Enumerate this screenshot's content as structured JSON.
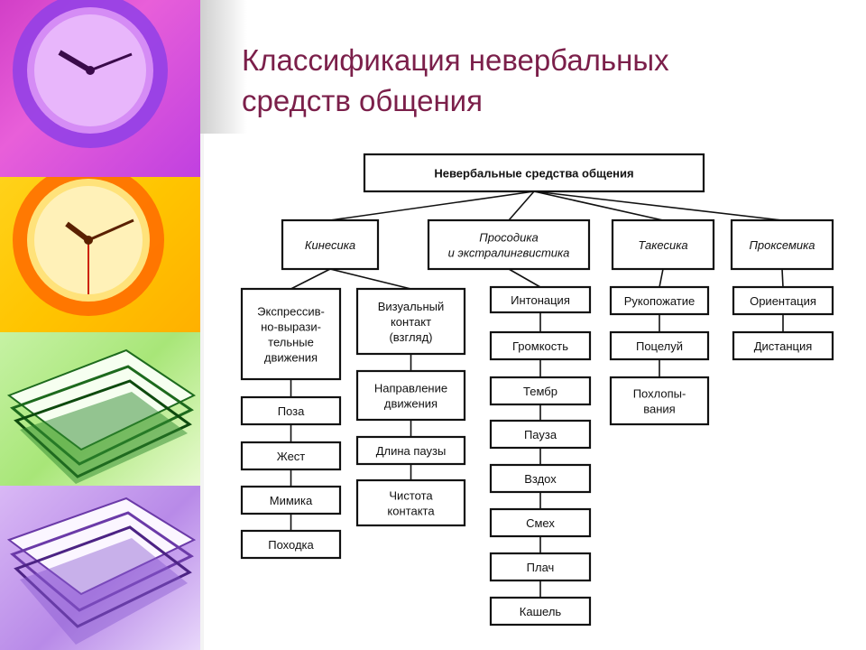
{
  "slide": {
    "title_line1": "Классификация невербальных",
    "title_line2": "средств общения"
  },
  "decor": {
    "panels": [
      "clock-purple",
      "clock-yellow",
      "papers-green",
      "papers-lavender"
    ]
  },
  "diagram": {
    "root": "Невербальные средства общения",
    "categories": [
      {
        "lines": [
          "Кинесика"
        ],
        "columns": [
          [
            {
              "lines": [
                "Экспрессив-",
                "но-вырази-",
                "тельные",
                "движения"
              ]
            },
            {
              "lines": [
                "Поза"
              ]
            },
            {
              "lines": [
                "Жест"
              ]
            },
            {
              "lines": [
                "Мимика"
              ]
            },
            {
              "lines": [
                "Походка"
              ]
            }
          ],
          [
            {
              "lines": [
                "Визуальный",
                "контакт",
                "(взгляд)"
              ]
            },
            {
              "lines": [
                "Направление",
                "движения"
              ]
            },
            {
              "lines": [
                "Длина паузы"
              ]
            },
            {
              "lines": [
                "Чистота",
                "контакта"
              ]
            }
          ]
        ]
      },
      {
        "lines": [
          "Просодика",
          "и экстралингвистика"
        ],
        "columns": [
          [
            {
              "lines": [
                "Интонация"
              ]
            },
            {
              "lines": [
                "Громкость"
              ]
            },
            {
              "lines": [
                "Тембр"
              ]
            },
            {
              "lines": [
                "Пауза"
              ]
            },
            {
              "lines": [
                "Вздох"
              ]
            },
            {
              "lines": [
                "Смех"
              ]
            },
            {
              "lines": [
                "Плач"
              ]
            },
            {
              "lines": [
                "Кашель"
              ]
            }
          ]
        ]
      },
      {
        "lines": [
          "Такесика"
        ],
        "columns": [
          [
            {
              "lines": [
                "Рукопожатие"
              ]
            },
            {
              "lines": [
                "Поцелуй"
              ]
            },
            {
              "lines": [
                "Похлопы-",
                "вания"
              ]
            }
          ]
        ]
      },
      {
        "lines": [
          "Проксемика"
        ],
        "columns": [
          [
            {
              "lines": [
                "Ориентация"
              ]
            },
            {
              "lines": [
                "Дистанция"
              ]
            }
          ]
        ]
      }
    ]
  }
}
